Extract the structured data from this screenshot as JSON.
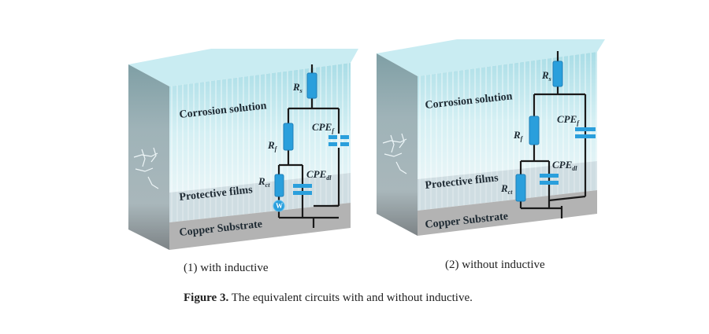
{
  "figure": {
    "caption_label": "Figure 3.",
    "caption_text": " The equivalent circuits with and without inductive."
  },
  "panels": [
    {
      "id": "with-inductive",
      "sublabel": "(1) with inductive",
      "layers": {
        "solution": "Corrosion solution",
        "films": "Protective films",
        "substrate": "Copper Substrate"
      },
      "components": {
        "rs": {
          "main": "R",
          "sub": "s"
        },
        "rf": {
          "main": "R",
          "sub": "f"
        },
        "cpef": {
          "main": "CPE",
          "sub": "f"
        },
        "rct": {
          "main": "R",
          "sub": "ct"
        },
        "cpedl": {
          "main": "CPE",
          "sub": "dl"
        },
        "w": "W"
      }
    },
    {
      "id": "without-inductive",
      "sublabel": "(2) without inductive",
      "layers": {
        "solution": "Corrosion solution",
        "films": "Protective films",
        "substrate": "Copper Substrate"
      },
      "components": {
        "rs": {
          "main": "R",
          "sub": "s"
        },
        "rf": {
          "main": "R",
          "sub": "f"
        },
        "cpef": {
          "main": "CPE",
          "sub": "f"
        },
        "rct": {
          "main": "R",
          "sub": "ct"
        },
        "cpedl": {
          "main": "CPE",
          "sub": "dl"
        }
      }
    }
  ],
  "colors": {
    "component_blue": "#2a9fdc",
    "wire": "#1a1a1a",
    "solution_top": "#cfeef2",
    "solution_front": "#bfe6ee",
    "film": "#d9e6ea",
    "substrate": "#a9a9a9",
    "side_dark": "#8fa4a8"
  }
}
